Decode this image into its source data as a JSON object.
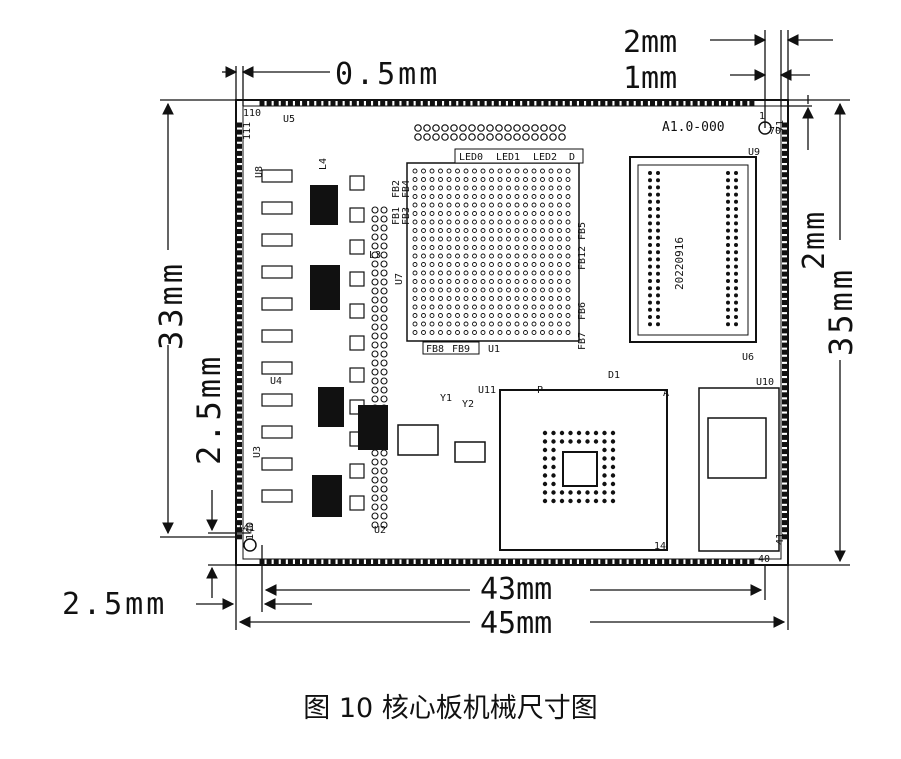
{
  "caption": "图 10 核心板机械尺寸图",
  "dimensions": {
    "top_left": "0.5mm",
    "top_right_1": "2mm",
    "top_right_2": "1mm",
    "left_height": "33mm",
    "left_inner": "2.5mm",
    "bottom_left": "2.5mm",
    "right_height": "35mm",
    "right_inner": "2mm",
    "bottom_width_1": "43mm",
    "bottom_width_2": "45mm"
  },
  "silkscreen": {
    "version": "A1.0-000",
    "date": "20220916",
    "leds": [
      "LED0",
      "LED1",
      "LED2",
      "D"
    ],
    "fb_group_a": [
      "FB1",
      "FB2",
      "FB3",
      "FB4"
    ],
    "fb_group_b": [
      "FB12",
      "FB5"
    ],
    "fb_row": [
      "FB8",
      "FB9"
    ],
    "fb_6": "FB6",
    "fb_7": "FB7",
    "refs": [
      "U9",
      "U7",
      "U1",
      "U11",
      "U6",
      "U10",
      "U5",
      "U4",
      "U3",
      "U2",
      "U8",
      "Y1",
      "Y2",
      "L3",
      "L4",
      "D1"
    ],
    "pins": [
      "110",
      "111",
      "1",
      "70",
      "71",
      "140",
      "141",
      "40",
      "41",
      "14",
      "A",
      "P"
    ]
  },
  "icons": [
    "mounting-hole-icon",
    "pcb-outline-icon",
    "bga-footprint-icon",
    "pin-marker-icon"
  ]
}
